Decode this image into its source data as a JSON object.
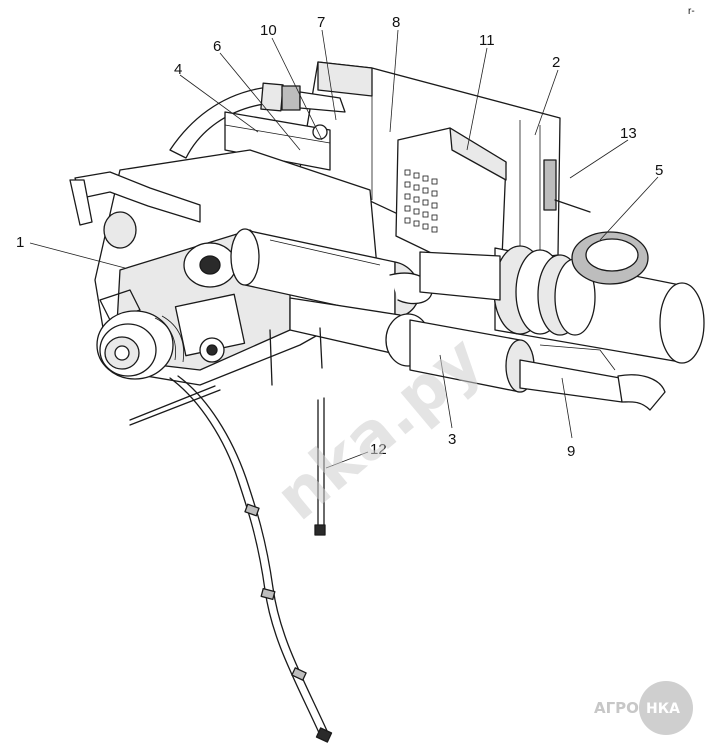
{
  "diagram": {
    "callouts": [
      "1",
      "2",
      "3",
      "4",
      "5",
      "6",
      "7",
      "8",
      "9",
      "10",
      "11",
      "12",
      "13"
    ],
    "corner_mark": "r-"
  },
  "watermark": {
    "text": "nka.py"
  },
  "logo": {
    "left": "АГРО",
    "right": "НКА"
  },
  "colors": {
    "ink": "#1a1a1a",
    "background": "#ffffff",
    "watermark": "#cfcfcf"
  }
}
